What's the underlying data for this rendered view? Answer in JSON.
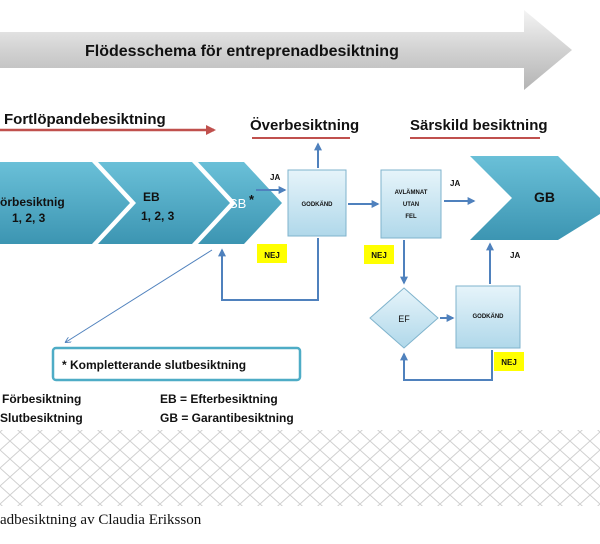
{
  "header": {
    "title": "Flödesschema för entreprenadbesiktning"
  },
  "sections": {
    "fortlopande": "Fortlöpandebesiktning",
    "over": "Överbesiktning",
    "sarskild": "Särskild besiktning"
  },
  "chevrons": {
    "fb_label": "örbesiktnig",
    "fb_numbers": "1, 2, 3",
    "eb_label": "EB",
    "eb_numbers": "1, 2, 3",
    "sb_label": "SB",
    "sb_star": "*",
    "gb_label": "GB"
  },
  "boxes": {
    "godkand1": "GODKÄND",
    "avlamnat_1": "AVLÄMNAT",
    "avlamnat_2": "UTAN",
    "avlamnat_3": "FEL",
    "ef": "EF",
    "godkand2": "GODKÄND"
  },
  "labels": {
    "ja1": "JA",
    "ja2": "JA",
    "ja3": "JA",
    "nej1": "NEJ",
    "nej2": "NEJ",
    "nej3": "NEJ"
  },
  "note": {
    "text": "* Kompletterande slutbesiktning"
  },
  "legend": {
    "fb": "Förbesiktning",
    "sb": "Slutbesiktning",
    "eb": "EB = Efterbesiktning",
    "gb": "GB = Garantibesiktning"
  },
  "caption": "adbesiktning av Claudia Eriksson",
  "colors": {
    "chevron": "#4eacc6",
    "box_fill": "#c7e6f2",
    "box_stroke": "#7fb3cc",
    "arrow": "#4f81bd",
    "nej_fill": "#ffff00",
    "underline": "#c0504d"
  }
}
